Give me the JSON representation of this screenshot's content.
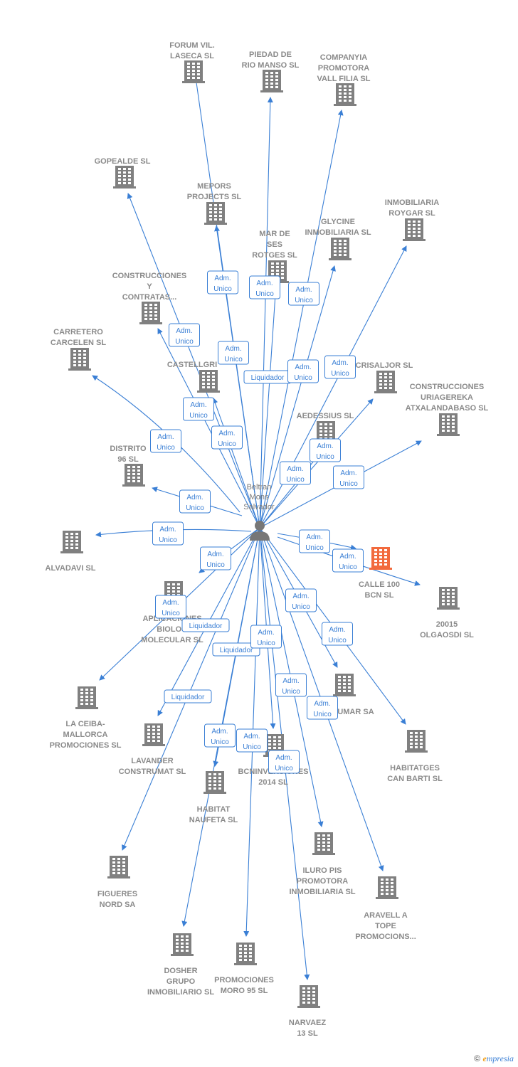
{
  "colors": {
    "edge": "#3a7fd5",
    "building": "#808080",
    "highlight": "#f26a3d",
    "person": "#777777",
    "label": "#8a8a8a",
    "role_border": "#3a7fd5"
  },
  "person": {
    "name_lines": [
      "Beltran",
      "Mons",
      "Salvador"
    ],
    "icon": "person-icon"
  },
  "companies": [
    {
      "id": "forum",
      "lines": [
        "FORUM VIL.",
        "LASECA SL"
      ]
    },
    {
      "id": "piedad",
      "lines": [
        "PIEDAD DE",
        "RIO MANSO SL"
      ]
    },
    {
      "id": "companyia",
      "lines": [
        "COMPANYIA",
        "PROMOTORA",
        "VALL FILIA SL"
      ]
    },
    {
      "id": "gopealde",
      "lines": [
        "GOPEALDE SL"
      ]
    },
    {
      "id": "mepors",
      "lines": [
        "MEPORS",
        "PROJECTS SL"
      ]
    },
    {
      "id": "inmoroygar",
      "lines": [
        "INMOBILIARIA",
        "ROYGAR SL"
      ]
    },
    {
      "id": "glycine",
      "lines": [
        "GLYCINE",
        "INMOBILIARIA SL"
      ]
    },
    {
      "id": "mardeses",
      "lines": [
        "MAR DE",
        "SES",
        "ROTGES SL"
      ]
    },
    {
      "id": "construcciones",
      "lines": [
        "CONSTRUCCIONES",
        "Y",
        "CONTRATAS..."
      ]
    },
    {
      "id": "carretero",
      "lines": [
        "CARRETERO",
        "CARCELEN SL"
      ]
    },
    {
      "id": "castellgri",
      "lines": [
        "CASTELLGRI"
      ]
    },
    {
      "id": "crisaljor",
      "lines": [
        "CRISALJOR SL"
      ]
    },
    {
      "id": "uriagereka",
      "lines": [
        "CONSTRUCCIONES",
        "URIAGEREKA",
        "ATXALANDABASO SL"
      ]
    },
    {
      "id": "aedessius",
      "lines": [
        "AEDESSIUS SL"
      ]
    },
    {
      "id": "distrito",
      "lines": [
        "DISTRITO",
        "96 SL"
      ]
    },
    {
      "id": "alvadavi",
      "lines": [
        "ALVADAVI SL"
      ]
    },
    {
      "id": "calle100",
      "lines": [
        "CALLE 100",
        "BCN SL"
      ],
      "highlight": true
    },
    {
      "id": "olgaosdi",
      "lines": [
        "20015",
        "OLGAOSDI SL"
      ]
    },
    {
      "id": "aplicaciones",
      "lines": [
        "APLICACIONES",
        "BIOLOG",
        "MOLECULAR SL"
      ]
    },
    {
      "id": "umar",
      "lines": [
        "UMAR SA"
      ]
    },
    {
      "id": "laceiba",
      "lines": [
        "LA CEIBA-",
        "MALLORCA",
        "PROMOCIONES SL"
      ]
    },
    {
      "id": "lavander",
      "lines": [
        "LAVANDER",
        "CONSTRUMAT SL"
      ]
    },
    {
      "id": "bcninv",
      "lines": [
        "BCNINVERSIONES",
        "2014 SL"
      ]
    },
    {
      "id": "habitatges",
      "lines": [
        "HABITATGES",
        "CAN BARTI SL"
      ]
    },
    {
      "id": "habitat",
      "lines": [
        "HABITAT",
        "NAUFETA SL"
      ]
    },
    {
      "id": "iluro",
      "lines": [
        "ILURO PIS",
        "PROMOTORA",
        "INMOBILIARIA SL"
      ]
    },
    {
      "id": "figueres",
      "lines": [
        "FIGUERES",
        "NORD SA"
      ]
    },
    {
      "id": "aravell",
      "lines": [
        "ARAVELL A",
        "TOPE",
        "PROMOCIONS..."
      ]
    },
    {
      "id": "dosher",
      "lines": [
        "DOSHER",
        "GRUPO",
        "INMOBILIARIO SL"
      ]
    },
    {
      "id": "promociones",
      "lines": [
        "PROMOCIONES",
        "MORO 95 SL"
      ]
    },
    {
      "id": "narvaez",
      "lines": [
        "NARVAEZ",
        "13 SL"
      ]
    }
  ],
  "roles": [
    {
      "id": "r1",
      "lines": [
        "Adm.",
        "Unico"
      ]
    },
    {
      "id": "r2",
      "lines": [
        "Adm.",
        "Unico"
      ]
    },
    {
      "id": "r3",
      "lines": [
        "Adm.",
        "Unico"
      ]
    },
    {
      "id": "r4",
      "lines": [
        "Adm.",
        "Unico"
      ]
    },
    {
      "id": "r5",
      "lines": [
        "Adm.",
        "Unico"
      ]
    },
    {
      "id": "r6",
      "lines": [
        "Liquidador"
      ]
    },
    {
      "id": "r7",
      "lines": [
        "Adm.",
        "Unico"
      ]
    },
    {
      "id": "r8",
      "lines": [
        "Adm.",
        "Unico"
      ]
    },
    {
      "id": "r9",
      "lines": [
        "Adm.",
        "Unico"
      ]
    },
    {
      "id": "r10",
      "lines": [
        "Adm.",
        "Unico"
      ]
    },
    {
      "id": "r11",
      "lines": [
        "Adm.",
        "Unico"
      ]
    },
    {
      "id": "r12",
      "lines": [
        "Adm.",
        "Unico"
      ]
    },
    {
      "id": "r13",
      "lines": [
        "Adm.",
        "Unico"
      ]
    },
    {
      "id": "r14",
      "lines": [
        "Adm.",
        "Unico"
      ]
    },
    {
      "id": "r15",
      "lines": [
        "Adm.",
        "Unico"
      ]
    },
    {
      "id": "r16",
      "lines": [
        "Adm.",
        "Unico"
      ]
    },
    {
      "id": "r17",
      "lines": [
        "Adm.",
        "Unico"
      ]
    },
    {
      "id": "r18",
      "lines": [
        "Adm.",
        "Unico"
      ]
    },
    {
      "id": "r19",
      "lines": [
        "Adm.",
        "Unico"
      ]
    },
    {
      "id": "r20",
      "lines": [
        "Adm.",
        "Unico"
      ]
    },
    {
      "id": "r21",
      "lines": [
        "Liquidador"
      ]
    },
    {
      "id": "r22",
      "lines": [
        "Adm.",
        "Unico"
      ]
    },
    {
      "id": "r23",
      "lines": [
        "Adm.",
        "Unico"
      ]
    },
    {
      "id": "r24",
      "lines": [
        "Liquidador"
      ]
    },
    {
      "id": "r25",
      "lines": [
        "Adm.",
        "Unico"
      ]
    },
    {
      "id": "r26",
      "lines": [
        "Liquidador"
      ]
    },
    {
      "id": "r27",
      "lines": [
        "Adm.",
        "Unico"
      ]
    },
    {
      "id": "r28",
      "lines": [
        "Adm.",
        "Unico"
      ]
    },
    {
      "id": "r29",
      "lines": [
        "Adm.",
        "Unico"
      ]
    },
    {
      "id": "r30",
      "lines": [
        "Adm.",
        "Unico"
      ]
    },
    {
      "id": "r31",
      "lines": [
        "Adm.",
        "Unico"
      ]
    },
    {
      "id": "r32",
      "lines": [
        "Adm.",
        "Unico"
      ]
    }
  ],
  "footer": {
    "copyright": "©",
    "brand_initial": "e",
    "brand_rest": "mpresia"
  }
}
